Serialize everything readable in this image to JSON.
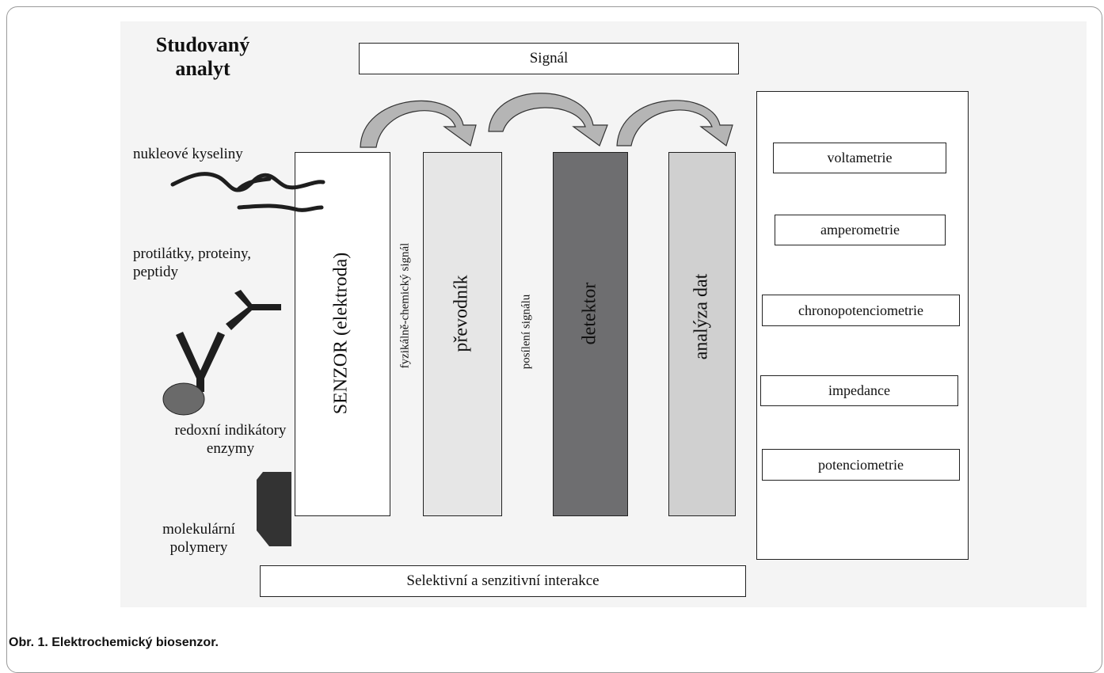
{
  "analyte_title": "Studovaný analyt",
  "signal_label": "Signál",
  "interaction_label": "Selektivní a senzitivní interakce",
  "analytes": [
    "nukleové kyseliny",
    "protilátky, proteiny, peptidy",
    "redoxní indikátory enzymy",
    "molekulární polymery"
  ],
  "columns": {
    "sensor": "SENZOR (elektroda)",
    "physchem_signal": "fyzikálně-chemický signál",
    "transducer": "převodník",
    "amplification": "posílení signálu",
    "detector": "detektor",
    "data_analysis": "analýza dat"
  },
  "methods": [
    "voltametrie",
    "amperometrie",
    "chronopotenciometrie",
    "impedance",
    "potenciometrie"
  ],
  "caption": "Obr. 1. Elektrochemický biosenzor.",
  "colors": {
    "transducer_fill": "#e6e6e6",
    "detector_fill": "#6e6e70",
    "analysis_fill": "#d0d0d0",
    "arrow_fill": "#b5b5b5",
    "glyph_fill": "#1e1e1e",
    "ellipse_fill": "#6a6a6a",
    "polymer_fill": "#333333"
  }
}
